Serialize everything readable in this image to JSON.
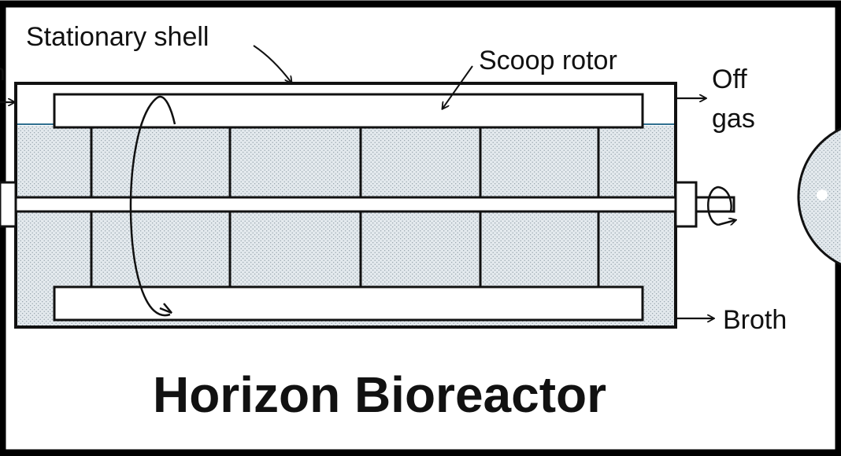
{
  "figure": {
    "title": "Horizon Bioreactor",
    "labels": {
      "stationary_shell": "Stationary shell",
      "scoop_rotor": "Scoop rotor",
      "off_gas_line1": "Off",
      "off_gas_line2": "gas",
      "broth": "Broth"
    }
  },
  "colors": {
    "frame": "#000000",
    "broth_fill": "#dfe6ea",
    "broth_dots": "#7d8d97",
    "outline": "#111111",
    "liquid_line": "#2f6f8f",
    "arrow": "#111111"
  }
}
